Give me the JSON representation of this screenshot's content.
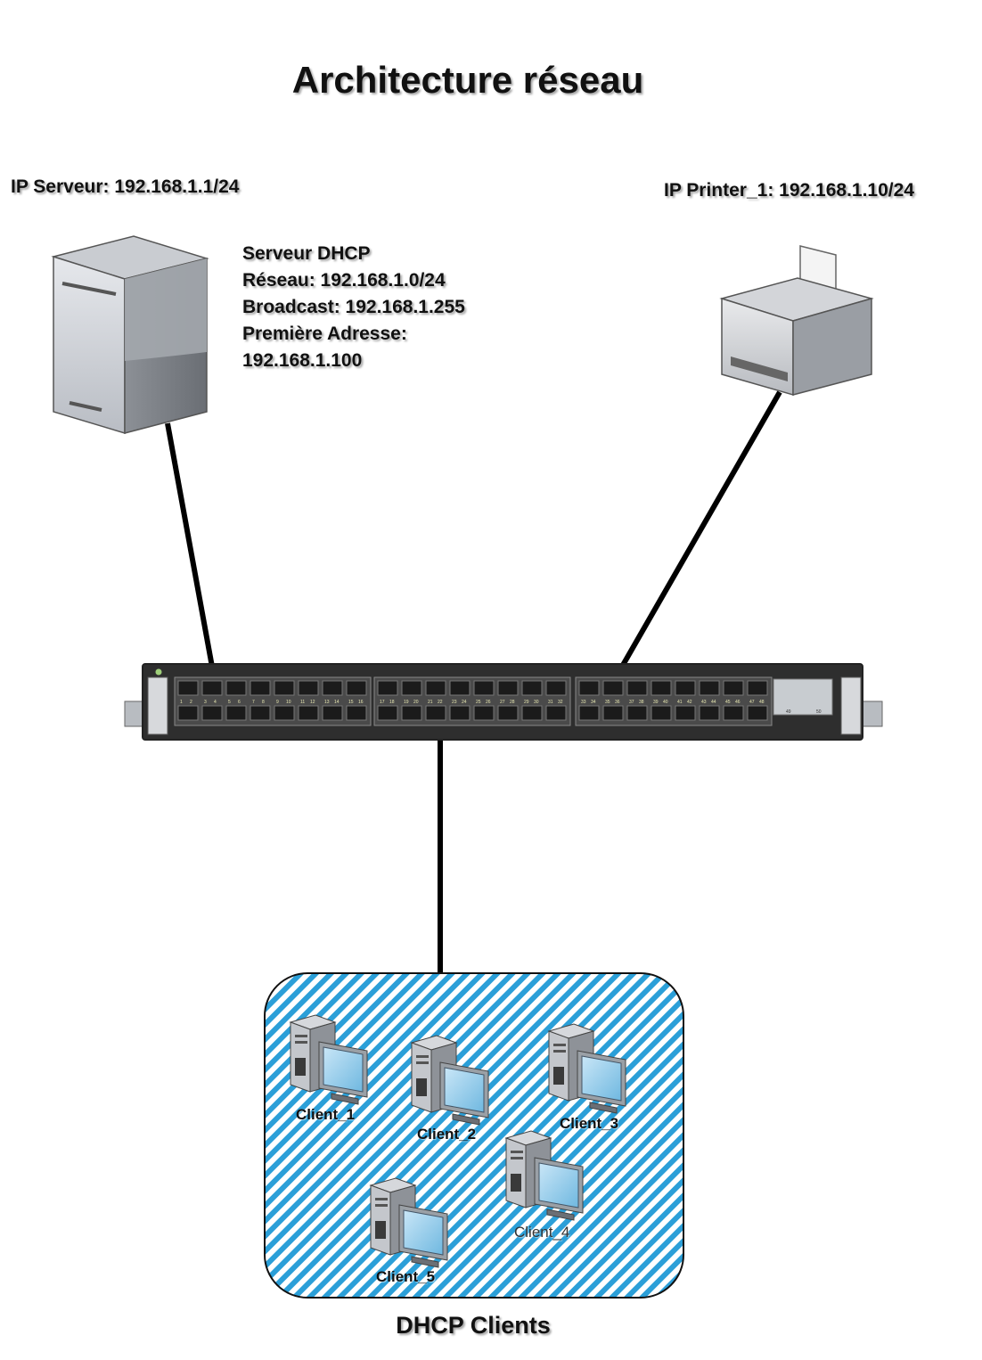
{
  "title": "Architecture réseau",
  "server": {
    "ip_label": "IP Serveur: 192.168.1.1/24",
    "info_lines": [
      "Serveur DHCP",
      "Réseau: 192.168.1.0/24",
      "Broadcast: 192.168.1.255",
      "Première Adresse:",
      "192.168.1.100"
    ]
  },
  "printer": {
    "ip_label": "IP Printer_1: 192.168.1.10/24"
  },
  "switch": {
    "port_numbers": [
      "1",
      "2",
      "3",
      "4",
      "5",
      "6",
      "7",
      "8",
      "9",
      "10",
      "11",
      "12",
      "13",
      "14",
      "15",
      "16",
      "17",
      "18",
      "19",
      "20",
      "21",
      "22",
      "23",
      "24",
      "25",
      "26",
      "27",
      "28",
      "29",
      "30",
      "31",
      "32",
      "33",
      "34",
      "35",
      "36",
      "37",
      "38",
      "39",
      "40",
      "41",
      "42",
      "43",
      "44",
      "45",
      "46",
      "47",
      "48"
    ],
    "uplink_labels": [
      "49",
      "50"
    ]
  },
  "clients": {
    "caption": "DHCP Clients",
    "items": [
      "Client_1",
      "Client_2",
      "Client_3",
      "Client_4",
      "Client_5"
    ]
  },
  "colors": {
    "link": "#000000",
    "cluster_fill": "#2b9fd8",
    "switch_body": "#3a3a3a"
  }
}
